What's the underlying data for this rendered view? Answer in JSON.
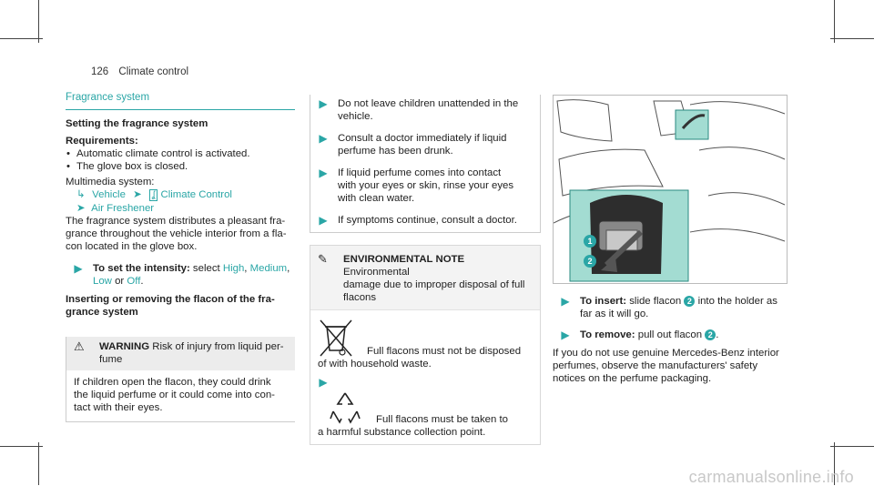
{
  "header": {
    "page_number": "126",
    "section": "Climate control"
  },
  "fragrance": {
    "title": "Fragrance system",
    "setting_heading": "Setting the fragrance system",
    "requirements_label": "Requirements:",
    "requirements": [
      "Automatic climate control is activated.",
      "The glove box is closed."
    ],
    "multimedia_label": "Multimedia system:",
    "path_vehicle": "Vehicle",
    "path_climate": "Climate Control",
    "path_freshener": "Air Freshener",
    "desc_lines": [
      "The fragrance system distributes a pleasant fra-",
      "grance throughout the vehicle interior from a fla-",
      "con located in the glove box."
    ],
    "intensity_label": "To set the intensity:",
    "intensity_text": "select",
    "opt_high": "High",
    "opt_medium": "Medium",
    "opt_low": "Low",
    "word_or": "or",
    "opt_off": "Off",
    "insert_heading_1": "Inserting or removing the flacon of the fra-",
    "insert_heading_2": "grance system"
  },
  "warning": {
    "label": "WARNING",
    "head_text_1": "Risk of injury from liquid per-",
    "head_text_2": "fume",
    "body_lines": [
      "If children open the flacon, they could drink",
      "the liquid perfume or it could come into con-",
      "tact with their eyes."
    ]
  },
  "safety_steps": [
    {
      "lines": [
        "Do not leave children unattended in the",
        "vehicle."
      ]
    },
    {
      "lines": [
        "Consult a doctor immediately if liquid",
        "perfume has been drunk."
      ]
    },
    {
      "lines": [
        "If liquid perfume comes into contact",
        "with your eyes or skin, rinse your eyes",
        "with clean water."
      ]
    },
    {
      "lines": [
        "If symptoms continue, consult a doctor."
      ]
    }
  ],
  "environment": {
    "label": "ENVIRONMENTAL NOTE",
    "head_lines": [
      "Environmental",
      "damage due to improper disposal of full",
      "flacons"
    ],
    "disposal_line_1": "Full flacons must not be disposed",
    "disposal_line_2": "of with household waste.",
    "recycle_line_1": "Full flacons must be taken to",
    "recycle_line_2": "a harmful substance collection point."
  },
  "figure": {
    "callout_1": "1",
    "callout_2": "2"
  },
  "right_steps": {
    "insert_label": "To insert:",
    "insert_text_a": "slide flacon",
    "insert_text_b": "into the holder as",
    "insert_text_c": "far as it will go.",
    "remove_label": "To remove:",
    "remove_text": "pull out flacon",
    "callout": "2",
    "note_lines": [
      "If you do not use genuine Mercedes-Benz interior",
      "perfumes, observe the manufacturers' safety",
      "notices on the perfume packaging."
    ]
  },
  "watermark": "carmanualsonline.info",
  "colors": {
    "accent": "#2aa6a6",
    "figure_panel": "#a3dcd2"
  }
}
